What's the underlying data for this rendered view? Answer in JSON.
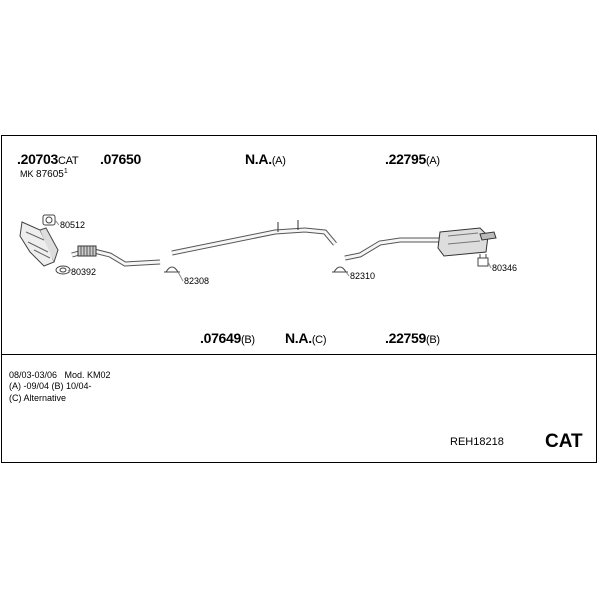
{
  "parts": {
    "p1": {
      "number": ".20703",
      "suffix": "CAT"
    },
    "p1_sub": {
      "prefix": "MK",
      "value": "87605",
      "mark": "1"
    },
    "p2": {
      "number": ".07650"
    },
    "p3": {
      "number": "N.A.",
      "suffix": "(A)"
    },
    "p4": {
      "number": ".22795",
      "suffix": "(A)"
    },
    "p5": {
      "number": ".07649",
      "suffix": "(B)"
    },
    "p6": {
      "number": "N.A.",
      "suffix": "(C)"
    },
    "p7": {
      "number": ".22759",
      "suffix": "(B)"
    }
  },
  "callouts": {
    "c1": "80512",
    "c2": "80392",
    "c3": "82308",
    "c4": "82310",
    "c5": "80346"
  },
  "notes": {
    "line1": "08/03-03/06   Mod. KM02",
    "line2": "(A) -09/04 (B) 10/04-",
    "line3": "(C) Alternative"
  },
  "footer": {
    "reference": "REH18218",
    "cat_label": "CAT"
  }
}
